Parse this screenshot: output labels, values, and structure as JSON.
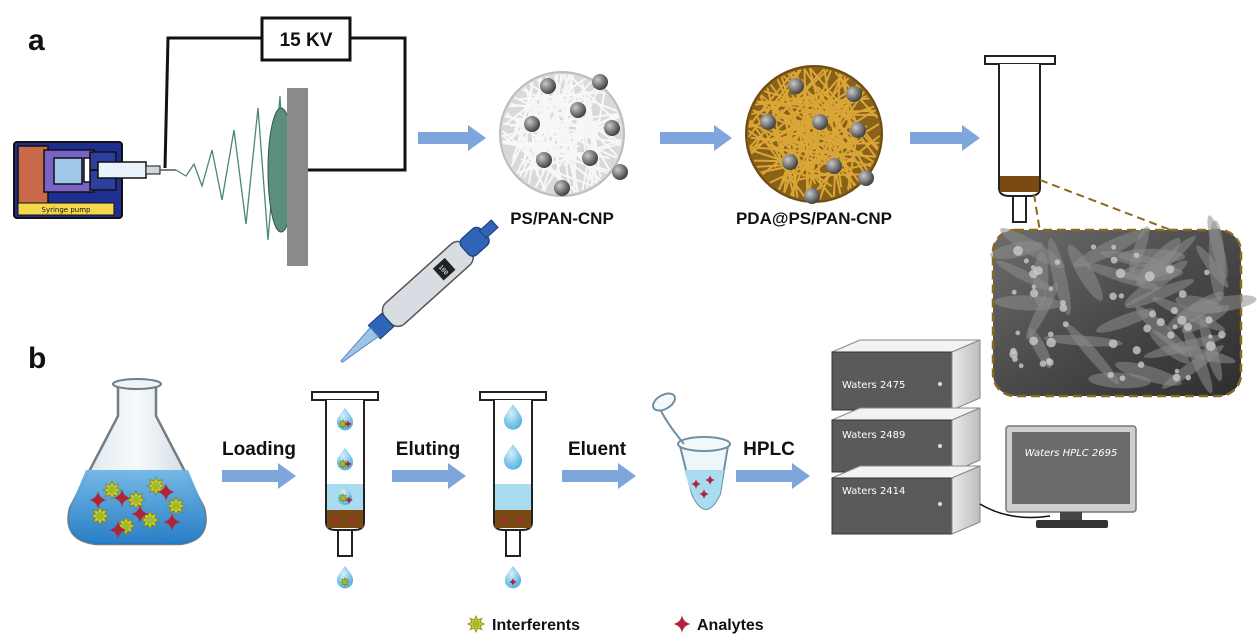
{
  "panel_a_label": "a",
  "panel_b_label": "b",
  "voltage_label": "15 KV",
  "pump_label": "Syringe pump",
  "material_1": "PS/PAN-CNP",
  "material_2": "PDA@PS/PAN-CNP",
  "steps": {
    "loading": "Loading",
    "eluting": "Eluting",
    "eluent": "Eluent",
    "hplc": "HPLC"
  },
  "pipette_display": "100",
  "hplc_modules": [
    "Waters 2475",
    "Waters 2489",
    "Waters 2414"
  ],
  "monitor_label": "Waters HPLC 2695",
  "legend": {
    "interferents": "Interferents",
    "analytes": "Analytes"
  },
  "colors": {
    "arrow": "#7fa6dc",
    "fiber_white": "#e6e6e6",
    "fiber_gold": "#b8862a",
    "sorbent": "#7b4a14",
    "liquid": "#8fd0ec",
    "analyte": "#b0243a",
    "interferent": "#9bbf2c"
  }
}
